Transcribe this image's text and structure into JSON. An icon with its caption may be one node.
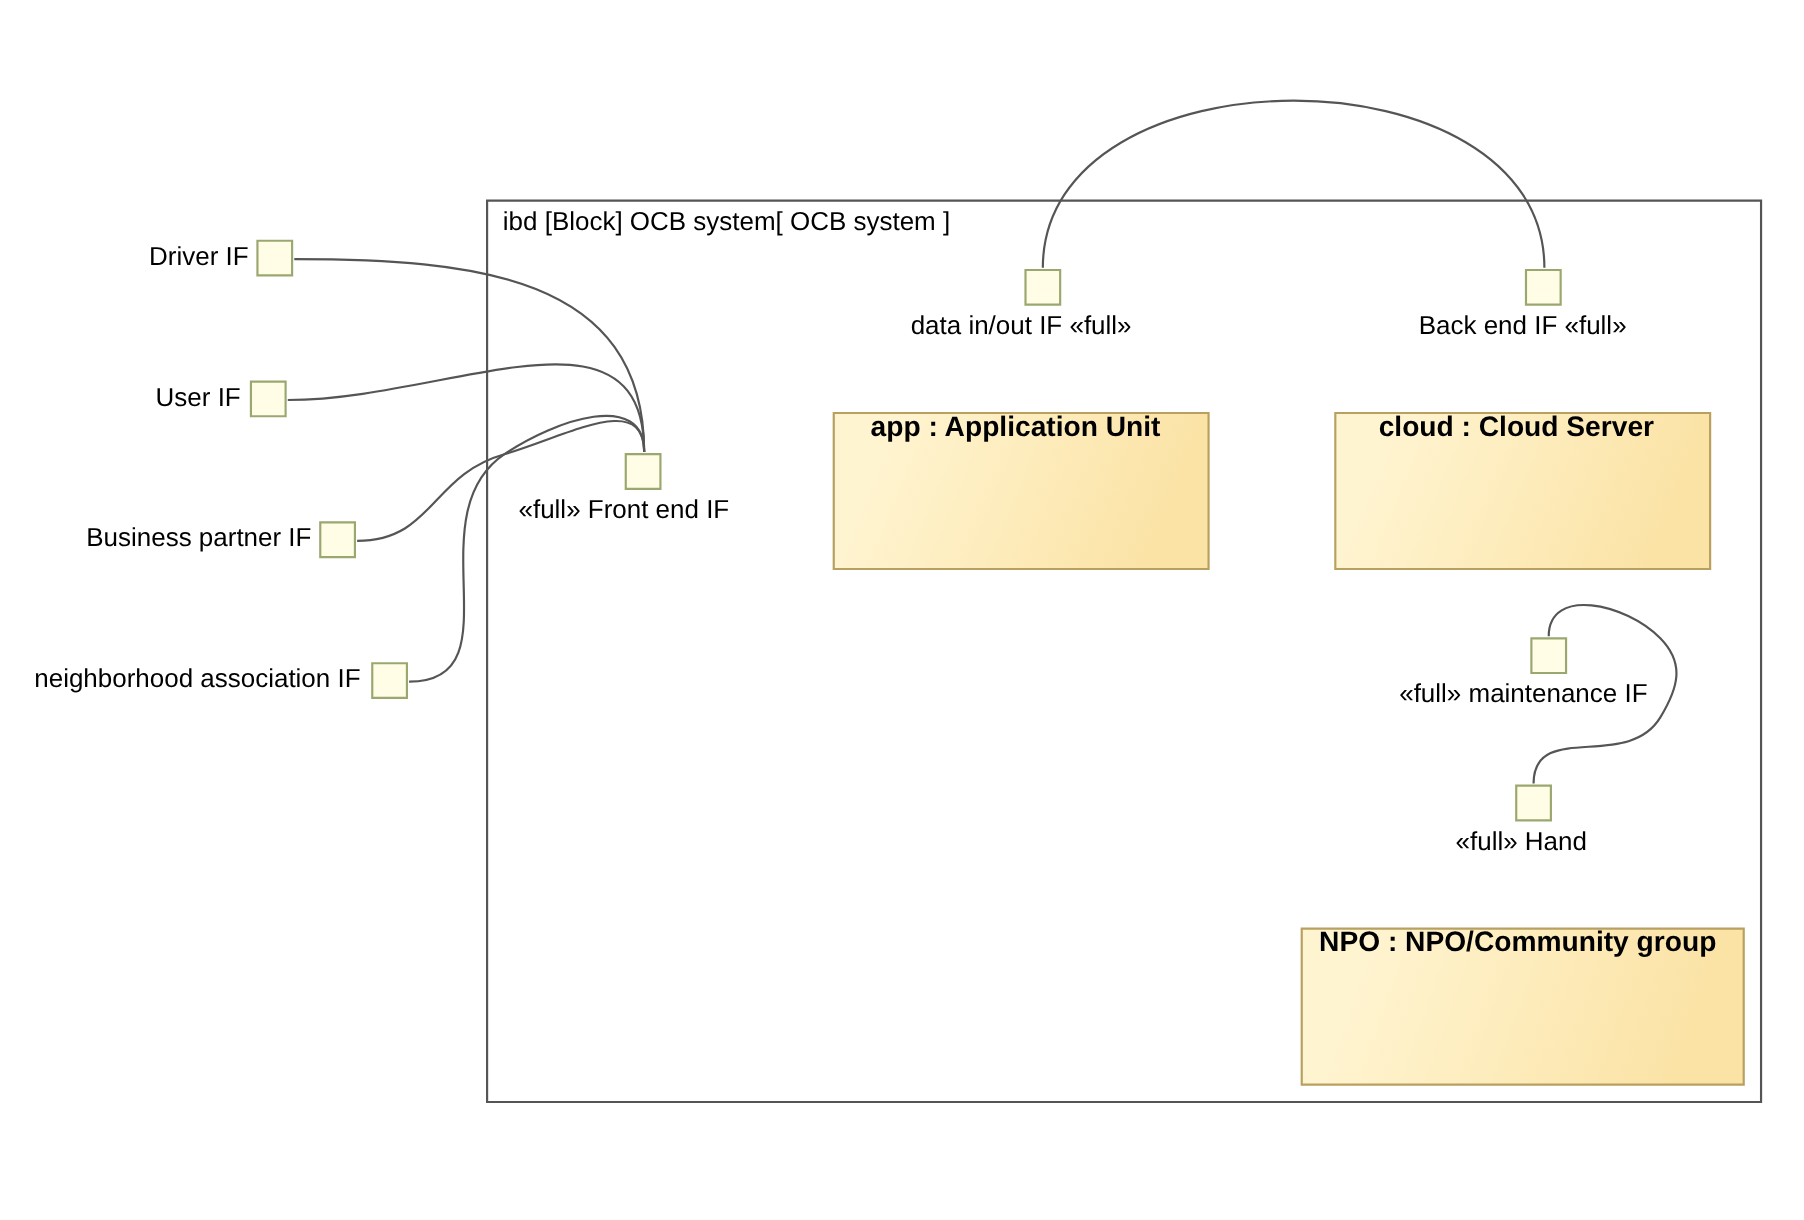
{
  "diagram": {
    "nodes": [
      {
        "text": [
          "ibd [Block] OCB system[ OCB system ]"
        ]
      },
      {
        "text": [
          "NPO : NPO/Community group"
        ],
        "in": 0
      },
      {
        "text": [],
        "shape": "box",
        "in": 0,
        "beside": [
          "«full» Hand"
        ]
      },
      {
        "text": [
          "app : Application Unit"
        ],
        "in": 0
      },
      {
        "text": [],
        "shape": "box",
        "in": 0,
        "beside": [
          "«full» Front end IF"
        ]
      },
      {
        "text": [],
        "shape": "box",
        "in": 0,
        "beside": [
          "data in/out IF «full»"
        ]
      },
      {
        "text": [
          "cloud : Cloud Server"
        ],
        "in": 0
      },
      {
        "text": [],
        "shape": "box",
        "in": 0,
        "beside": [
          "«full» maintenance IF"
        ]
      },
      {
        "text": [],
        "shape": "box",
        "in": 0,
        "beside": [
          "Back end IF «full»"
        ]
      },
      {
        "text": [],
        "shape": "box",
        "beside": [
          "Driver IF"
        ]
      },
      {
        "text": [],
        "shape": "box",
        "beside": [
          "User IF"
        ]
      },
      {
        "text": [],
        "shape": "box",
        "beside": [
          "Business partner IF"
        ]
      },
      {
        "text": [],
        "shape": "box",
        "beside": [
          "neighborhood association IF"
        ]
      }
    ],
    "edges": [
      {
        "from": 2,
        "to": 7,
        "arrow": "none"
      },
      {
        "from": 9,
        "to": 4,
        "arrow": "none"
      },
      {
        "from": 10,
        "to": 4,
        "arrow": "none"
      },
      {
        "from": 11,
        "to": 4,
        "arrow": "none"
      },
      {
        "from": 12,
        "to": 4,
        "arrow": "none"
      },
      {
        "from": 5,
        "to": 8,
        "arrow": "none"
      }
    ]
  }
}
